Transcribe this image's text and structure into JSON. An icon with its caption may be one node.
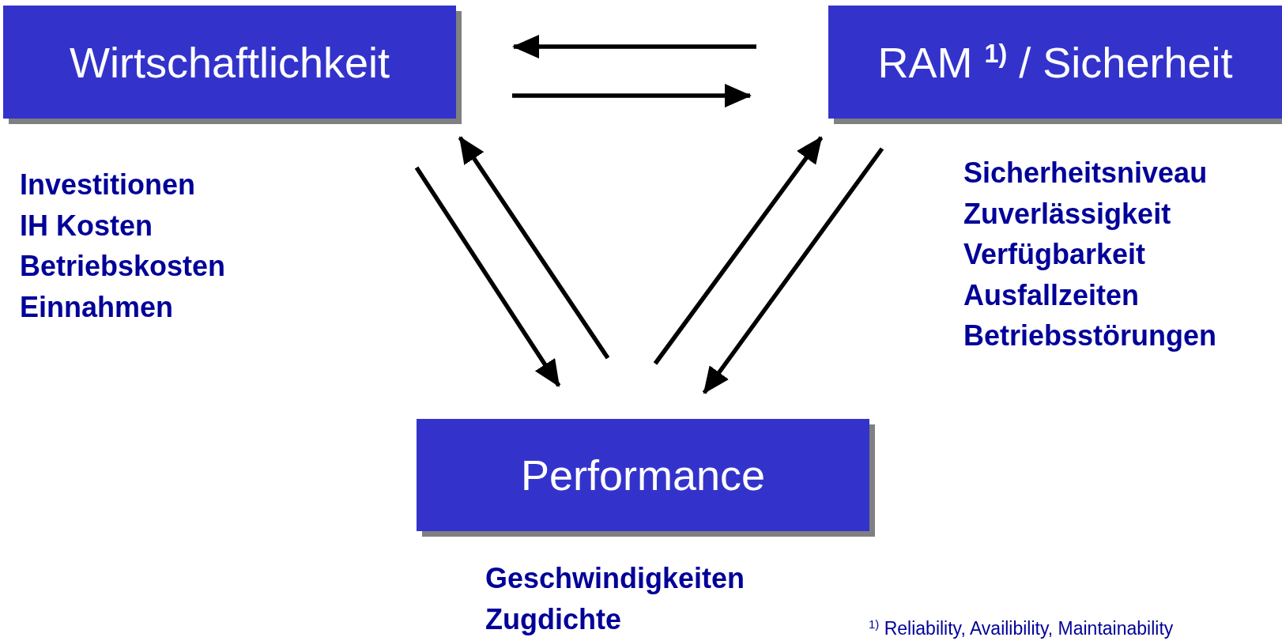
{
  "diagram": {
    "nodes": [
      {
        "text": [
          "Wirtschaftlichkeit"
        ],
        "beside": [
          "Investitionen",
          "IH Kosten",
          "Betriebskosten",
          "Einnahmen"
        ]
      },
      {
        "text": [
          "RAM $^{1)}$ / Sicherheit"
        ],
        "beside": [
          "Sicherheitsniveau",
          "Zuverlässigkeit",
          "Verfügbarkeit",
          "Ausfallzeiten",
          "Betriebsstörungen"
        ]
      },
      {
        "text": [
          "Performance"
        ],
        "beside": [
          "Geschwindigkeiten",
          "Zugdichte"
        ]
      }
    ],
    "edges": [
      {
        "from": 1,
        "to": 0,
        "arrow": "to"
      },
      {
        "from": 0,
        "to": 1,
        "arrow": "to"
      },
      {
        "from": 0,
        "to": 2,
        "arrow": "to"
      },
      {
        "from": 2,
        "to": 0,
        "arrow": "to"
      },
      {
        "from": 2,
        "to": 1,
        "arrow": "to"
      },
      {
        "from": 1,
        "to": 2,
        "arrow": "to"
      }
    ],
    "labels": [
      "$^{1)}$ Reliability, Availibility, Maintainability"
    ]
  }
}
